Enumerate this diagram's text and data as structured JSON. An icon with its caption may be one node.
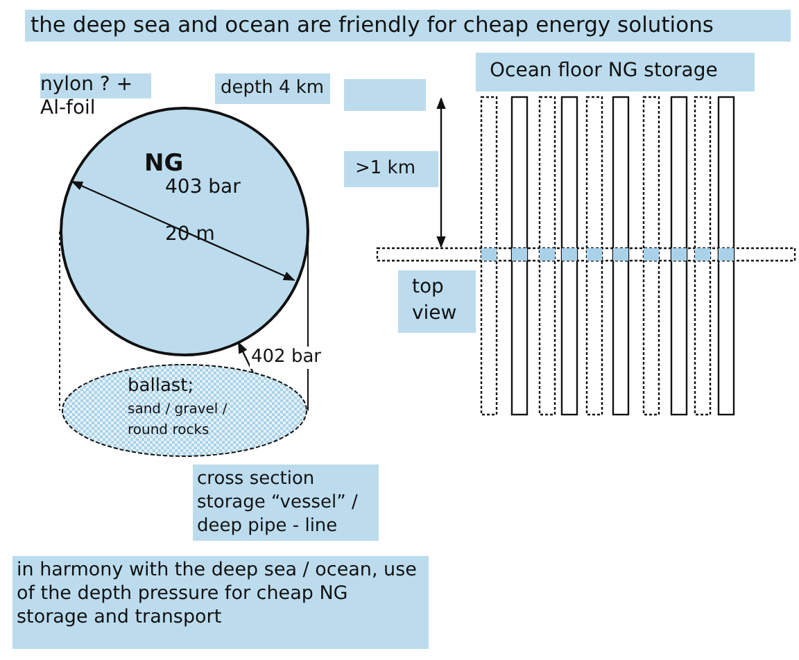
{
  "diagram": {
    "title": "the deep sea and ocean are  friendly for cheap energy solutions",
    "nodes": [
      {
        "text": [
          "NG",
          "403 bar",
          "20 m"
        ]
      },
      {
        "text": [
          "ballast;",
          "sand / gravel / round rocks"
        ]
      },
      {
        "text": [
          "402 bar"
        ]
      }
    ],
    "edges": [
      {
        "from": 2,
        "to": 0,
        "arrow": "to"
      }
    ],
    "labels": [
      "nylon ? + Al-foil",
      "depth 4 km",
      "Ocean floor NG storage",
      ">1 km",
      "top view",
      "cross section storage “vessel” / deep pipe - line",
      "in harmony with the deep sea / ocean, use of the depth pressure for cheap NG storage and transport"
    ]
  }
}
